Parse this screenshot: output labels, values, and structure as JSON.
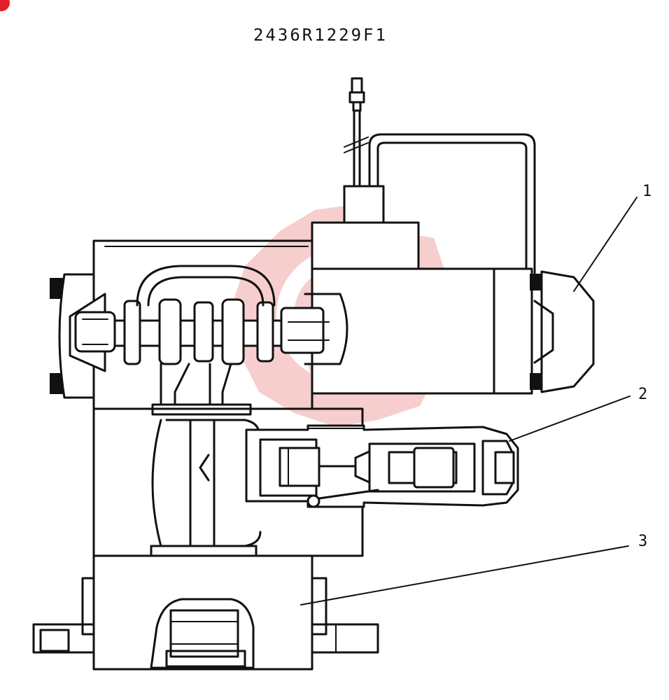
{
  "drawing_code": "2436R1229F1",
  "callouts": [
    {
      "number": "1"
    },
    {
      "number": "2"
    },
    {
      "number": "3"
    }
  ],
  "colors": {
    "line": "#111111",
    "watermark": "#f4b8b8",
    "corner_mark": "#e0202a"
  }
}
